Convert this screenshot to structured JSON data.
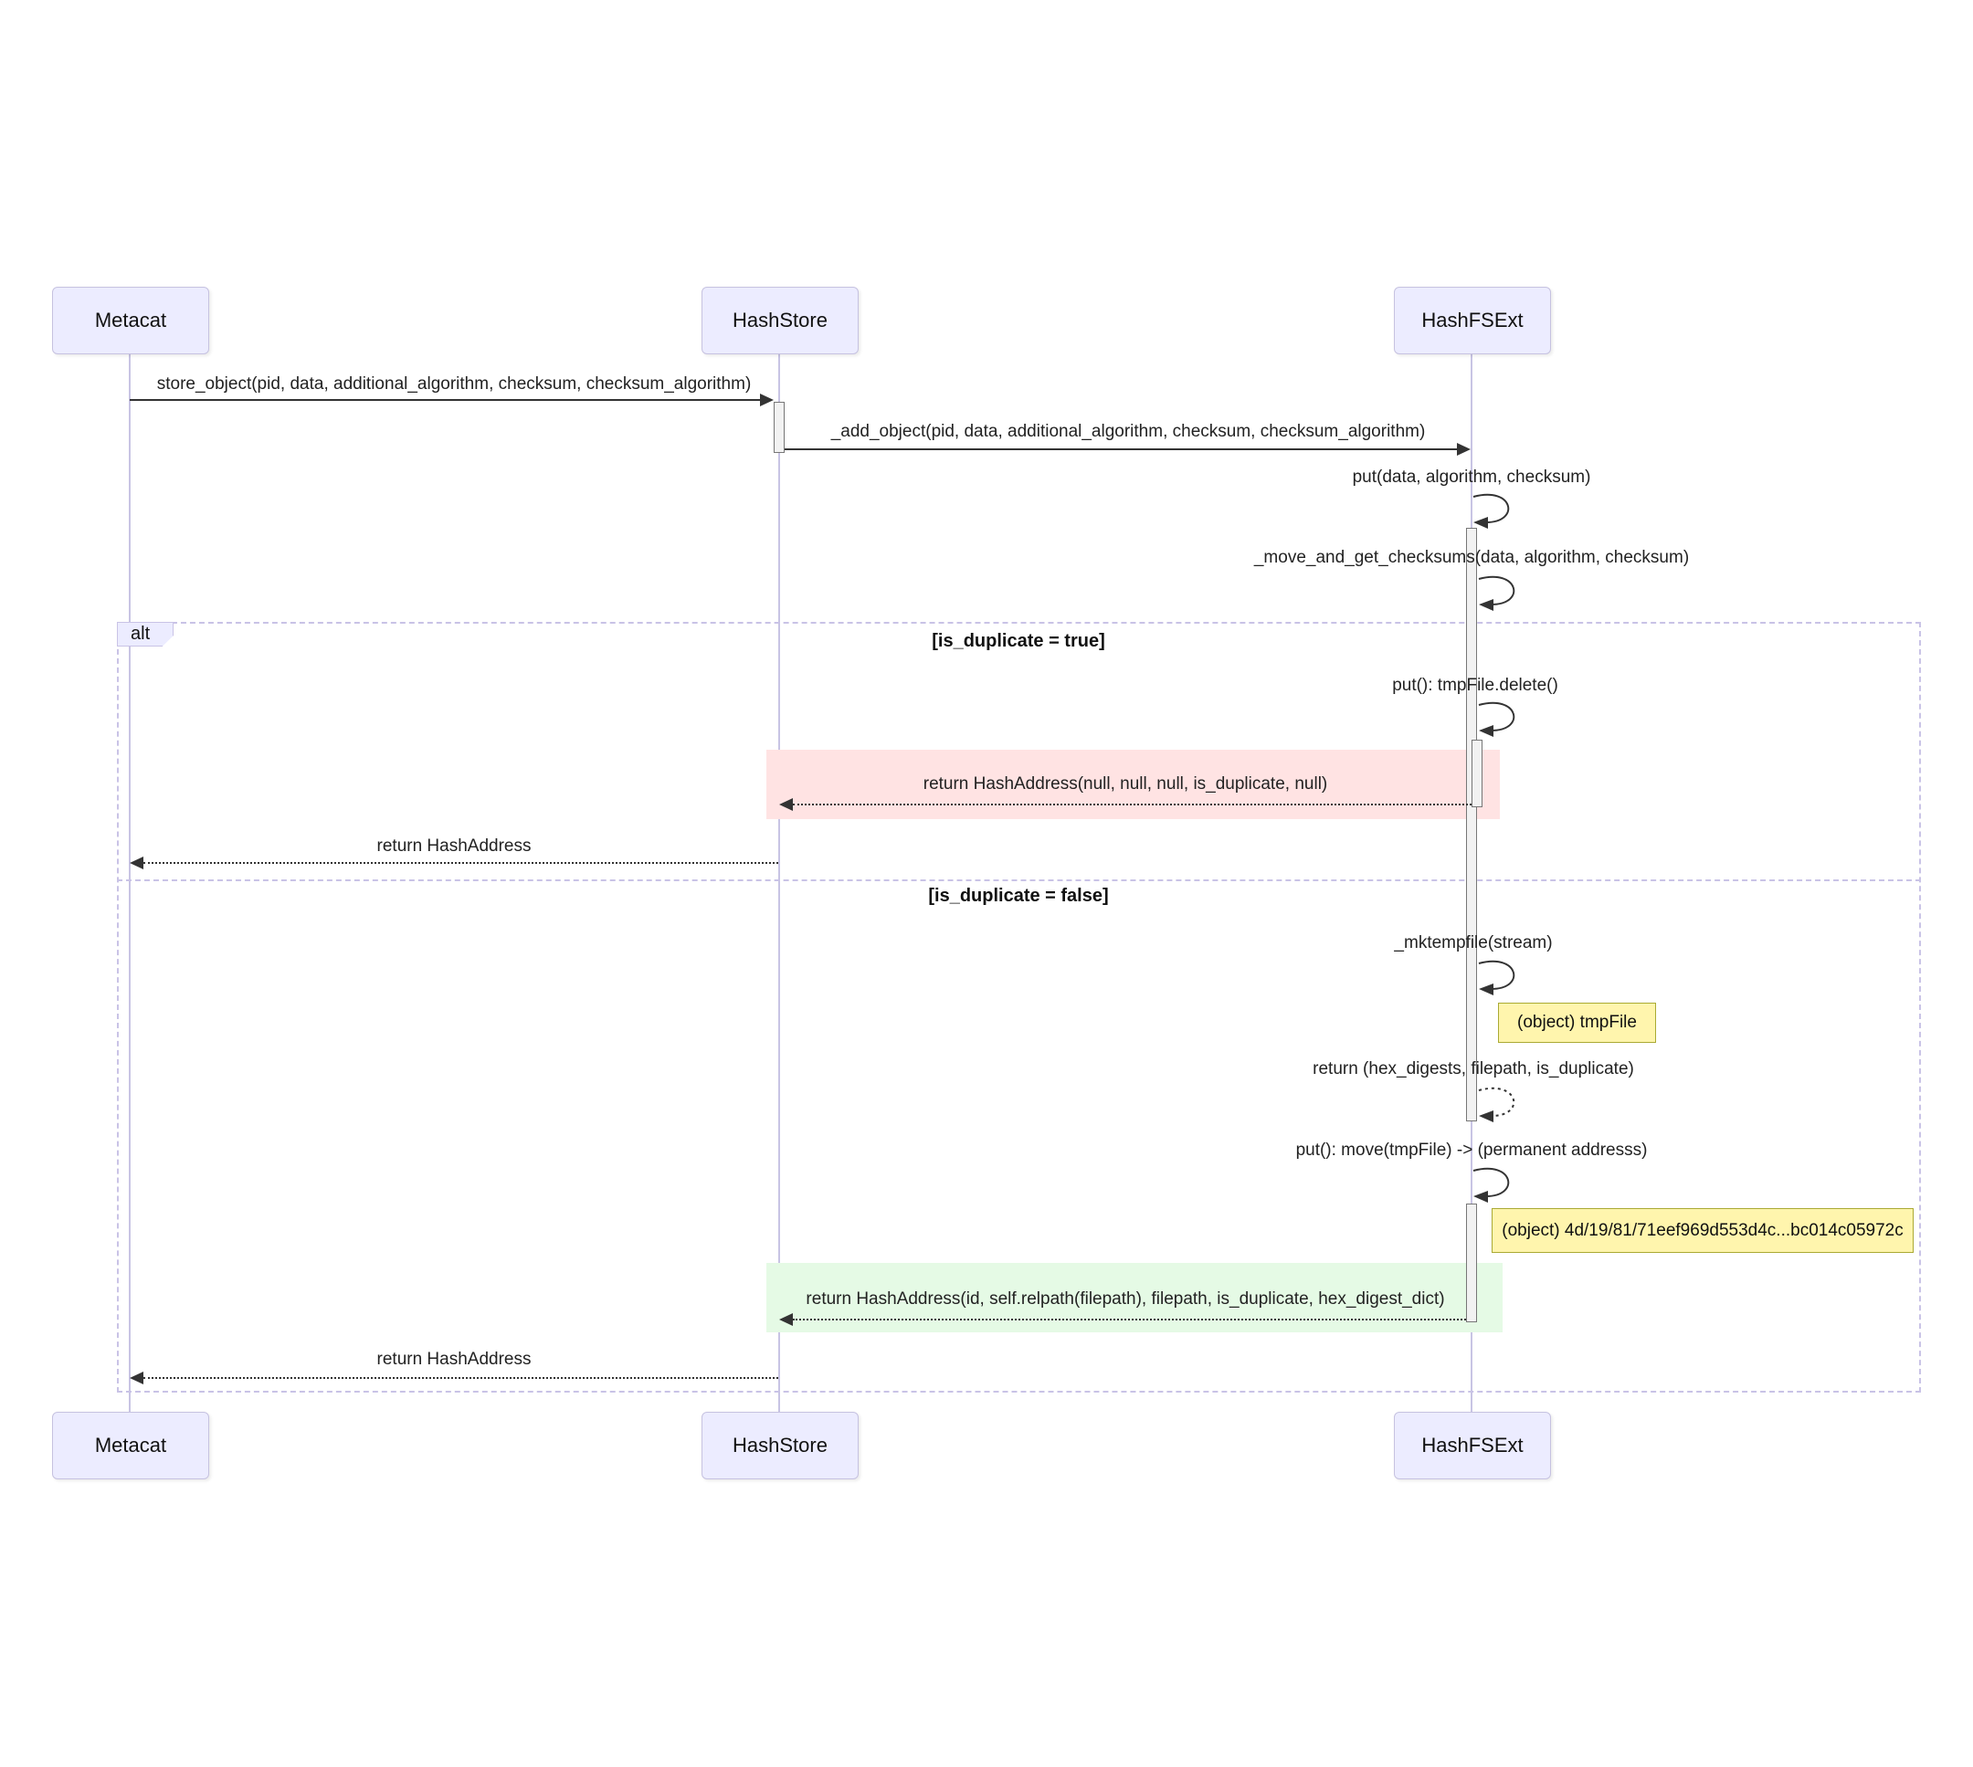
{
  "diagram_type": "uml-sequence-diagram",
  "participants": [
    {
      "id": "metacat",
      "label": "Metacat"
    },
    {
      "id": "hashstore",
      "label": "HashStore"
    },
    {
      "id": "hashfsext",
      "label": "HashFSExt"
    }
  ],
  "alt_frame": {
    "label": "alt",
    "condition_true": "[is_duplicate = true]",
    "condition_false": "[is_duplicate = false]"
  },
  "messages": {
    "store_object": {
      "from": "Metacat",
      "to": "HashStore",
      "kind": "call",
      "label": "store_object(pid, data, additional_algorithm, checksum, checksum_algorithm)"
    },
    "add_object": {
      "from": "HashStore",
      "to": "HashFSExt",
      "kind": "call",
      "label": "_add_object(pid, data, additional_algorithm, checksum, checksum_algorithm)"
    },
    "put": {
      "from": "HashFSExt",
      "to": "HashFSExt",
      "kind": "self-call",
      "label": "put(data, algorithm, checksum)"
    },
    "move_and_get_checksums": {
      "from": "HashFSExt",
      "to": "HashFSExt",
      "kind": "self-call",
      "label": "_move_and_get_checksums(data, algorithm, checksum)"
    },
    "tmpfile_delete": {
      "from": "HashFSExt",
      "to": "HashFSExt",
      "kind": "self-call",
      "label": "put(): tmpFile.delete()"
    },
    "return_duplicate": {
      "from": "HashFSExt",
      "to": "HashStore",
      "kind": "return",
      "label": "return HashAddress(null, null, null, is_duplicate, null)"
    },
    "return_hashaddress_true": {
      "from": "HashStore",
      "to": "Metacat",
      "kind": "return",
      "label": "return HashAddress"
    },
    "mktempfile": {
      "from": "HashFSExt",
      "to": "HashFSExt",
      "kind": "self-call",
      "label": "_mktempfile(stream)"
    },
    "return_hex_digests": {
      "from": "HashFSExt",
      "to": "HashFSExt",
      "kind": "self-return",
      "label": "return (hex_digests, filepath, is_duplicate)"
    },
    "put_move": {
      "from": "HashFSExt",
      "to": "HashFSExt",
      "kind": "self-call",
      "label": "put(): move(tmpFile) -> (permanent addresss)"
    },
    "return_success": {
      "from": "HashFSExt",
      "to": "HashStore",
      "kind": "return",
      "label": "return HashAddress(id, self.relpath(filepath), filepath, is_duplicate, hex_digest_dict)"
    },
    "return_hashaddress_false": {
      "from": "HashStore",
      "to": "Metacat",
      "kind": "return",
      "label": "return HashAddress"
    }
  },
  "notes": {
    "tmpfile": {
      "label": "(object) tmpFile"
    },
    "permanent_address": {
      "label": "(object) 4d/19/81/71eef969d553d4c...bc014c05972c"
    }
  },
  "colors": {
    "actor_fill": "#ECECFF",
    "actor_border": "#c6c2e0",
    "lifeline": "#c8c4e4",
    "frame_border": "#c9c3e6",
    "note_fill": "#fff5ad",
    "note_border": "#aaaa33",
    "highlight_duplicate": "#ffe3e3",
    "highlight_success": "#e5fae5",
    "arrow": "#333333"
  }
}
